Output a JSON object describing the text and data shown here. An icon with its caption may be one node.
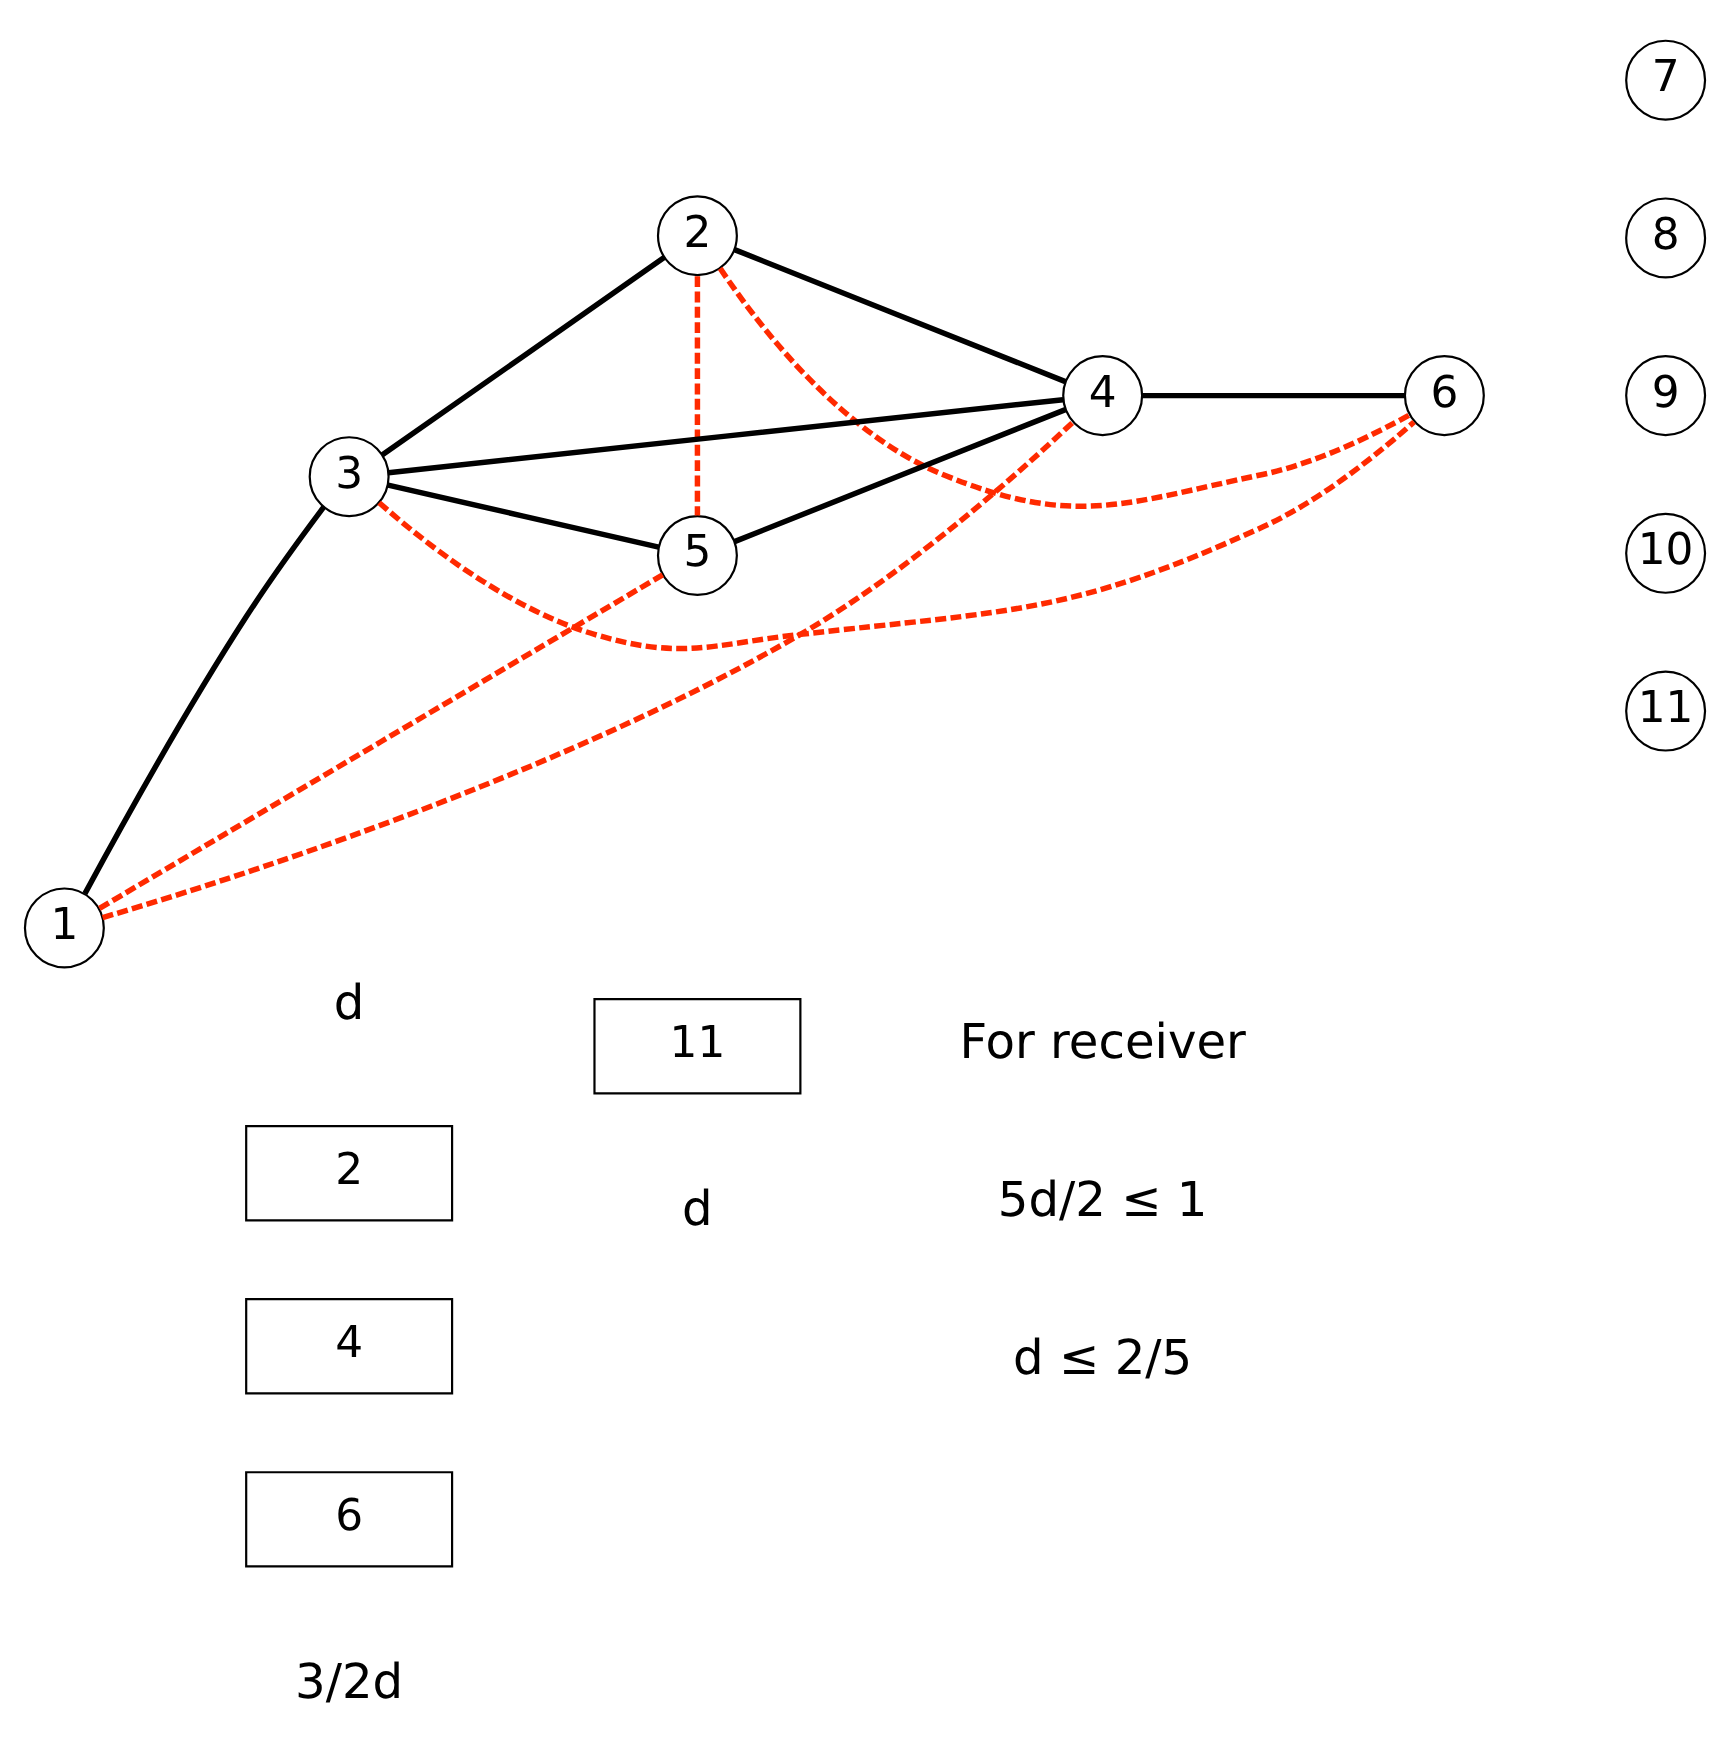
{
  "diagram": {
    "nodes": [
      {
        "text": [
          "1"
        ]
      },
      {
        "text": [
          "2"
        ]
      },
      {
        "text": [
          "3"
        ]
      },
      {
        "text": [
          "4"
        ]
      },
      {
        "text": [
          "5"
        ]
      },
      {
        "text": [
          "6"
        ]
      },
      {
        "text": [
          "7"
        ]
      },
      {
        "text": [
          "8"
        ]
      },
      {
        "text": [
          "9"
        ]
      },
      {
        "text": [
          "10"
        ]
      },
      {
        "text": [
          "11"
        ]
      },
      {
        "text": [
          "2"
        ]
      },
      {
        "text": [
          "4"
        ]
      },
      {
        "text": [
          "6"
        ]
      },
      {
        "text": [
          "11"
        ]
      }
    ],
    "edges": [
      {
        "from": 0,
        "to": 2,
        "arrow": "none"
      },
      {
        "from": 2,
        "to": 3,
        "arrow": "none"
      },
      {
        "from": 3,
        "to": 5,
        "arrow": "none"
      },
      {
        "from": 2,
        "to": 1,
        "arrow": "none"
      },
      {
        "from": 1,
        "to": 3,
        "arrow": "none"
      },
      {
        "from": 2,
        "to": 4,
        "arrow": "none"
      },
      {
        "from": 4,
        "to": 3,
        "arrow": "none"
      },
      {
        "from": 0,
        "to": 3,
        "arrow": "none",
        "style": "dashed",
        "color": "#ff2a00"
      },
      {
        "from": 0,
        "to": 4,
        "arrow": "none",
        "style": "dashed",
        "color": "#ff2a00"
      },
      {
        "from": 1,
        "to": 4,
        "arrow": "none",
        "style": "dashed",
        "color": "#ff2a00"
      },
      {
        "from": 1,
        "to": 5,
        "arrow": "none",
        "style": "dashed",
        "color": "#ff2a00"
      },
      {
        "from": 2,
        "to": 5,
        "arrow": "none",
        "style": "dashed",
        "color": "#ff2a00"
      }
    ],
    "labels": [
      "d",
      "For receiver",
      "5d/2 ≤ 1",
      "d ≤ 2/5",
      "3/2d",
      "d"
    ]
  }
}
